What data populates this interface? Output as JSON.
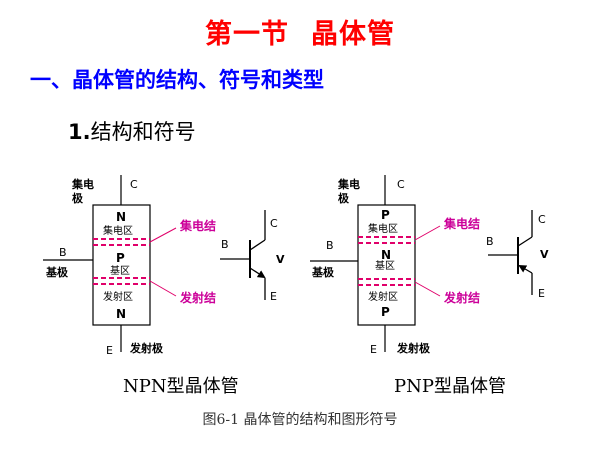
{
  "title": {
    "part1": "第一节",
    "part2": "晶体管"
  },
  "section_heading": "一、晶体管的结构、符号和类型",
  "subheading": {
    "number": "1.",
    "text": "结构和符号"
  },
  "colors": {
    "title": "#ff0000",
    "section": "#0000ff",
    "junction": "#e0006a",
    "junction_label": "#cc0099"
  },
  "npn": {
    "collector_label": "集电",
    "collector_label2": "极",
    "terminal_c": "C",
    "terminal_b": "B",
    "terminal_e": "E",
    "base_label": "基极",
    "emitter_label": "发射极",
    "region_top": "N",
    "region_top_name": "集电区",
    "region_mid": "P",
    "region_mid_name": "基区",
    "region_bottom_name": "发射区",
    "region_bottom": "N",
    "junction_top": "集电结",
    "junction_bottom": "发射结",
    "symbol_c": "C",
    "symbol_b": "B",
    "symbol_e": "E",
    "symbol_v": "V",
    "caption": "NPN型晶体管"
  },
  "pnp": {
    "collector_label": "集电",
    "collector_label2": "极",
    "terminal_c": "C",
    "terminal_b": "B",
    "terminal_e": "E",
    "base_label": "基极",
    "emitter_label": "发射极",
    "region_top": "P",
    "region_top_name": "集电区",
    "region_mid": "N",
    "region_mid_name": "基区",
    "region_bottom_name": "发射区",
    "region_bottom": "P",
    "junction_top": "集电结",
    "junction_bottom": "发射结",
    "symbol_c": "C",
    "symbol_b": "B",
    "symbol_e": "E",
    "symbol_v": "V",
    "caption": "PNP型晶体管"
  },
  "figure_caption": "图6-1  晶体管的结构和图形符号"
}
